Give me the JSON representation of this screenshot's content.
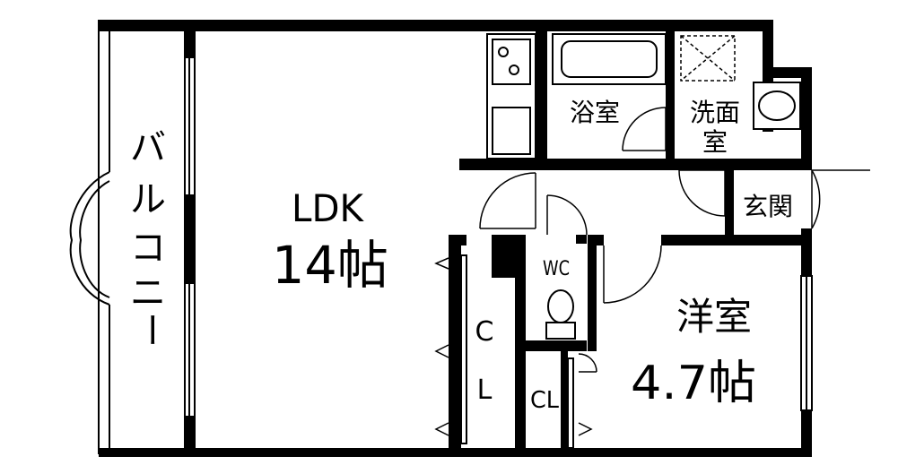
{
  "colors": {
    "wall": "#000000",
    "background": "#ffffff",
    "line": "#000000"
  },
  "rooms": {
    "balcony": {
      "label_chars": [
        "バ",
        "ル",
        "コ",
        "ニ",
        "ー"
      ]
    },
    "ldk": {
      "name": "LDK",
      "size": "14帖"
    },
    "bath": {
      "name": "浴室"
    },
    "washroom": {
      "line1": "洗面",
      "line2": "室"
    },
    "entrance": {
      "name": "玄関"
    },
    "western": {
      "name": "洋室",
      "size": "4.7帖"
    },
    "wc": {
      "name": "WC"
    },
    "closet_large": {
      "line1": "C",
      "line2": "L"
    },
    "closet_small": {
      "name": "CL"
    }
  },
  "icons": {
    "stove": "stove-icon",
    "sink": "sink-icon",
    "bathtub": "bathtub-icon",
    "washer_space": "washing-machine-space-icon",
    "basin": "washbasin-icon",
    "toilet": "toilet-icon"
  }
}
